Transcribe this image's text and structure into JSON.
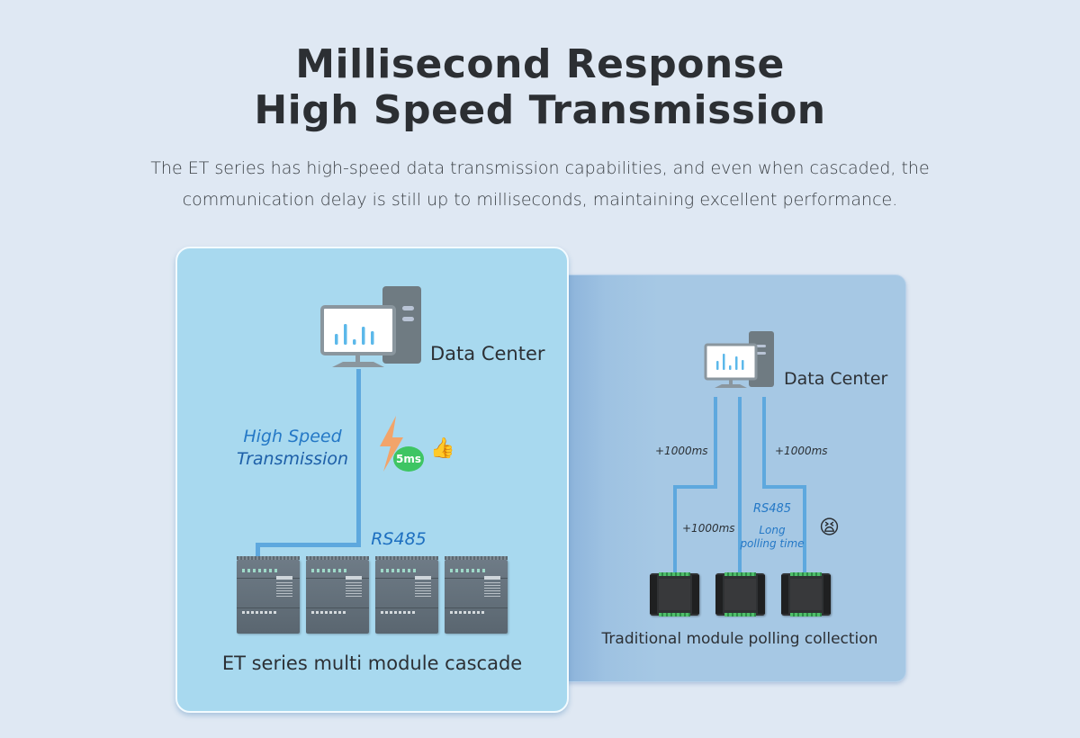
{
  "header": {
    "title_line1": "Millisecond Response",
    "title_line2": "High Speed Transmission",
    "description_line1": "The ET series has high-speed data transmission capabilities, and even when cascaded, the",
    "description_line2": "communication delay is still up to milliseconds, maintaining excellent performance."
  },
  "left_panel": {
    "data_center_label": "Data Center",
    "transmission_label_line1": "High Speed",
    "transmission_label_line2": "Transmission",
    "latency_badge": "5ms",
    "bolt_icon": "lightning-bolt-icon",
    "approval_icon": "thumbs-up-icon",
    "bus_label": "RS485",
    "module_count": 4,
    "caption": "ET series multi module cascade"
  },
  "right_panel": {
    "data_center_label": "Data Center",
    "delay_labels": [
      "+1000ms",
      "+1000ms",
      "+1000ms"
    ],
    "bus_label": "RS485",
    "polling_label_line1": "Long",
    "polling_label_line2": "polling time",
    "frustration_icon": "tired-face-icon",
    "module_count": 3,
    "caption": "Traditional module polling collection"
  },
  "colors": {
    "background": "#dfe8f3",
    "left_card": "#a8d9ef",
    "right_card": "#a6c8e4",
    "bus_line": "#5ea8de",
    "accent_text": "#2478c6",
    "badge_green": "#3ec563",
    "bolt_orange": "#f2a46a"
  }
}
